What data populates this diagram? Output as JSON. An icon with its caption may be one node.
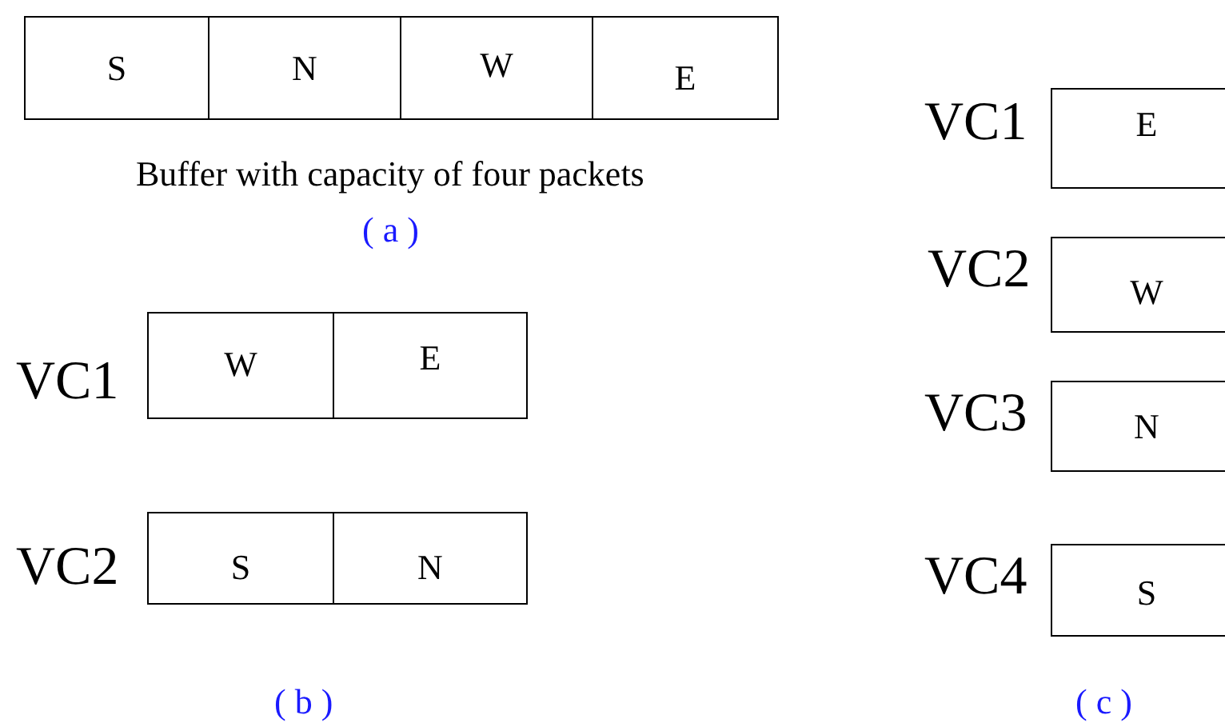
{
  "diagram": {
    "nodes": [
      {
        "text": [
          "S"
        ]
      },
      {
        "text": [
          "N"
        ]
      },
      {
        "text": [
          "W"
        ]
      },
      {
        "text": [
          "E"
        ]
      },
      {
        "text": [
          "W"
        ]
      },
      {
        "text": [
          "E"
        ]
      },
      {
        "text": [
          "S"
        ]
      },
      {
        "text": [
          "N"
        ]
      },
      {
        "text": [
          "E"
        ]
      },
      {
        "text": [
          "W"
        ]
      },
      {
        "text": [
          "N"
        ]
      },
      {
        "text": [
          "S"
        ]
      }
    ],
    "edges": [],
    "labels": [
      "Buffer with capacity of four packets",
      "( a )",
      "VC1",
      "VC2",
      "( b )",
      "VC1",
      "VC2",
      "VC3",
      "VC4",
      "( c )"
    ]
  }
}
